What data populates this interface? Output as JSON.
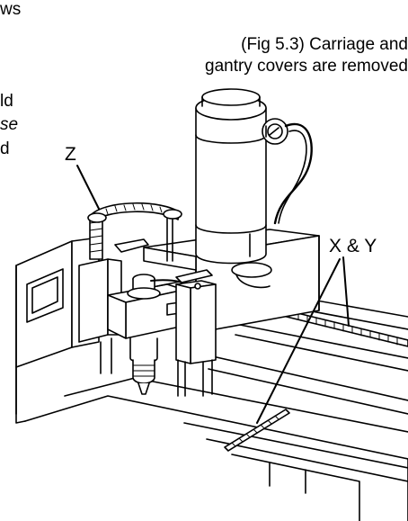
{
  "text_fragments": {
    "line1": "ws",
    "line2": "ld",
    "line3": "se",
    "line4": "d"
  },
  "caption": {
    "line1": "(Fig 5.3) Carriage and",
    "line2": "gantry covers are removed"
  },
  "labels": {
    "z": "Z",
    "xy": "X & Y"
  }
}
